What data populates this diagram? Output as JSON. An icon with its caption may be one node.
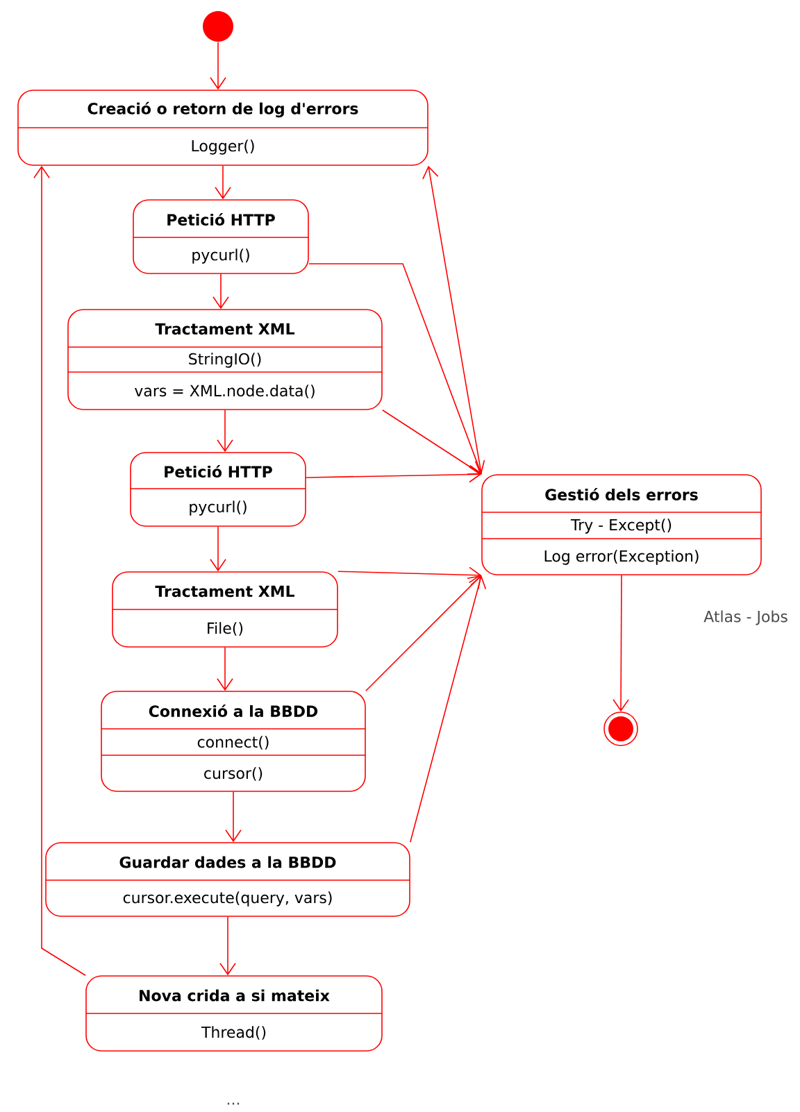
{
  "diagram": {
    "nodes": [
      {
        "text": [],
        "shape": "circle"
      },
      {
        "text": [
          "Creació o retorn de log d'errors",
          "Logger()"
        ]
      },
      {
        "text": [
          "Petició HTTP",
          "pycurl()"
        ]
      },
      {
        "text": [
          "Tractament XML",
          "StringIO()",
          "vars = XML.node.data()"
        ]
      },
      {
        "text": [
          "Petició HTTP",
          "pycurl()"
        ]
      },
      {
        "text": [
          "Tractament XML",
          "File()"
        ]
      },
      {
        "text": [
          "Connexió a la BBDD",
          "connect()",
          "cursor()"
        ]
      },
      {
        "text": [
          "Guardar dades a la BBDD",
          "cursor.execute(query, vars)"
        ]
      },
      {
        "text": [
          "Nova crida a si mateix",
          "Thread()"
        ]
      },
      {
        "text": [
          "Gestió dels errors",
          "Try - Except()",
          "Log error(Exception)"
        ]
      },
      {
        "text": [],
        "shape": "circle"
      }
    ],
    "edges": [
      {
        "from": 0,
        "to": 1,
        "arrow": "to"
      },
      {
        "from": 1,
        "to": 2,
        "arrow": "to"
      },
      {
        "from": 2,
        "to": 3,
        "arrow": "to"
      },
      {
        "from": 3,
        "to": 4,
        "arrow": "to"
      },
      {
        "from": 4,
        "to": 5,
        "arrow": "to"
      },
      {
        "from": 5,
        "to": 6,
        "arrow": "to"
      },
      {
        "from": 6,
        "to": 7,
        "arrow": "to"
      },
      {
        "from": 7,
        "to": 8,
        "arrow": "to"
      },
      {
        "from": 8,
        "to": 1,
        "arrow": "to"
      },
      {
        "from": 2,
        "to": 9,
        "arrow": "to"
      },
      {
        "from": 3,
        "to": 9,
        "arrow": "to"
      },
      {
        "from": 4,
        "to": 9,
        "arrow": "to"
      },
      {
        "from": 5,
        "to": 9,
        "arrow": "to"
      },
      {
        "from": 6,
        "to": 9,
        "arrow": "to"
      },
      {
        "from": 7,
        "to": 9,
        "arrow": "to"
      },
      {
        "from": 9,
        "to": 1,
        "arrow": "to"
      },
      {
        "from": 9,
        "to": 10,
        "arrow": "to"
      }
    ],
    "labels": [
      "Atlas - Jobs",
      "..."
    ]
  }
}
